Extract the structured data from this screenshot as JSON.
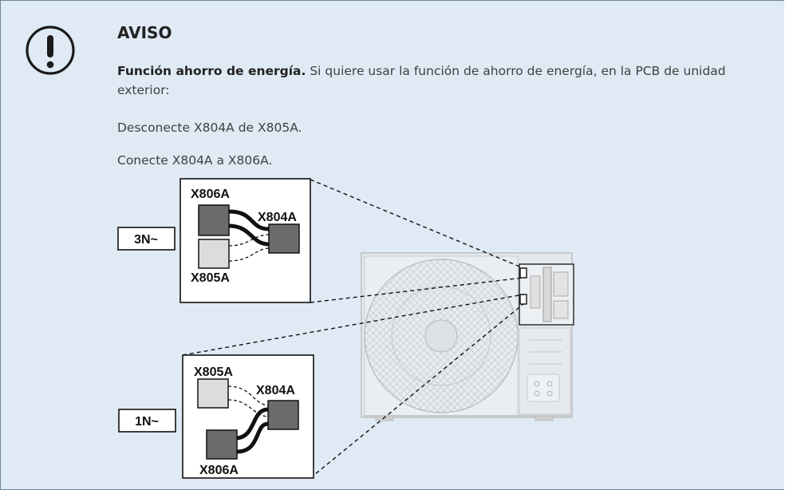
{
  "notice": {
    "heading": "AVISO",
    "intro_bold": "Función ahorro de energía.",
    "intro_rest": " Si quiere usar la función de ahorro de energía, en la PCB de unidad exterior:",
    "step_disconnect": "Desconecte X804A de X805A.",
    "step_connect": "Conecte X804A a X806A.",
    "icon": "exclamation-circle-icon"
  },
  "diagram": {
    "top_panel": {
      "mode_label": "3N~",
      "connector_top_left": "X806A",
      "connector_right": "X804A",
      "connector_bottom_left": "X805A"
    },
    "bottom_panel": {
      "mode_label": "1N~",
      "connector_top_left": "X805A",
      "connector_right": "X804A",
      "connector_bottom_left": "X806A"
    },
    "colors": {
      "background": "#dfeaf5",
      "connector_dark": "#6b6b6b",
      "connector_light": "#dcdcdc",
      "unit_outline": "#b5b5b5"
    }
  }
}
